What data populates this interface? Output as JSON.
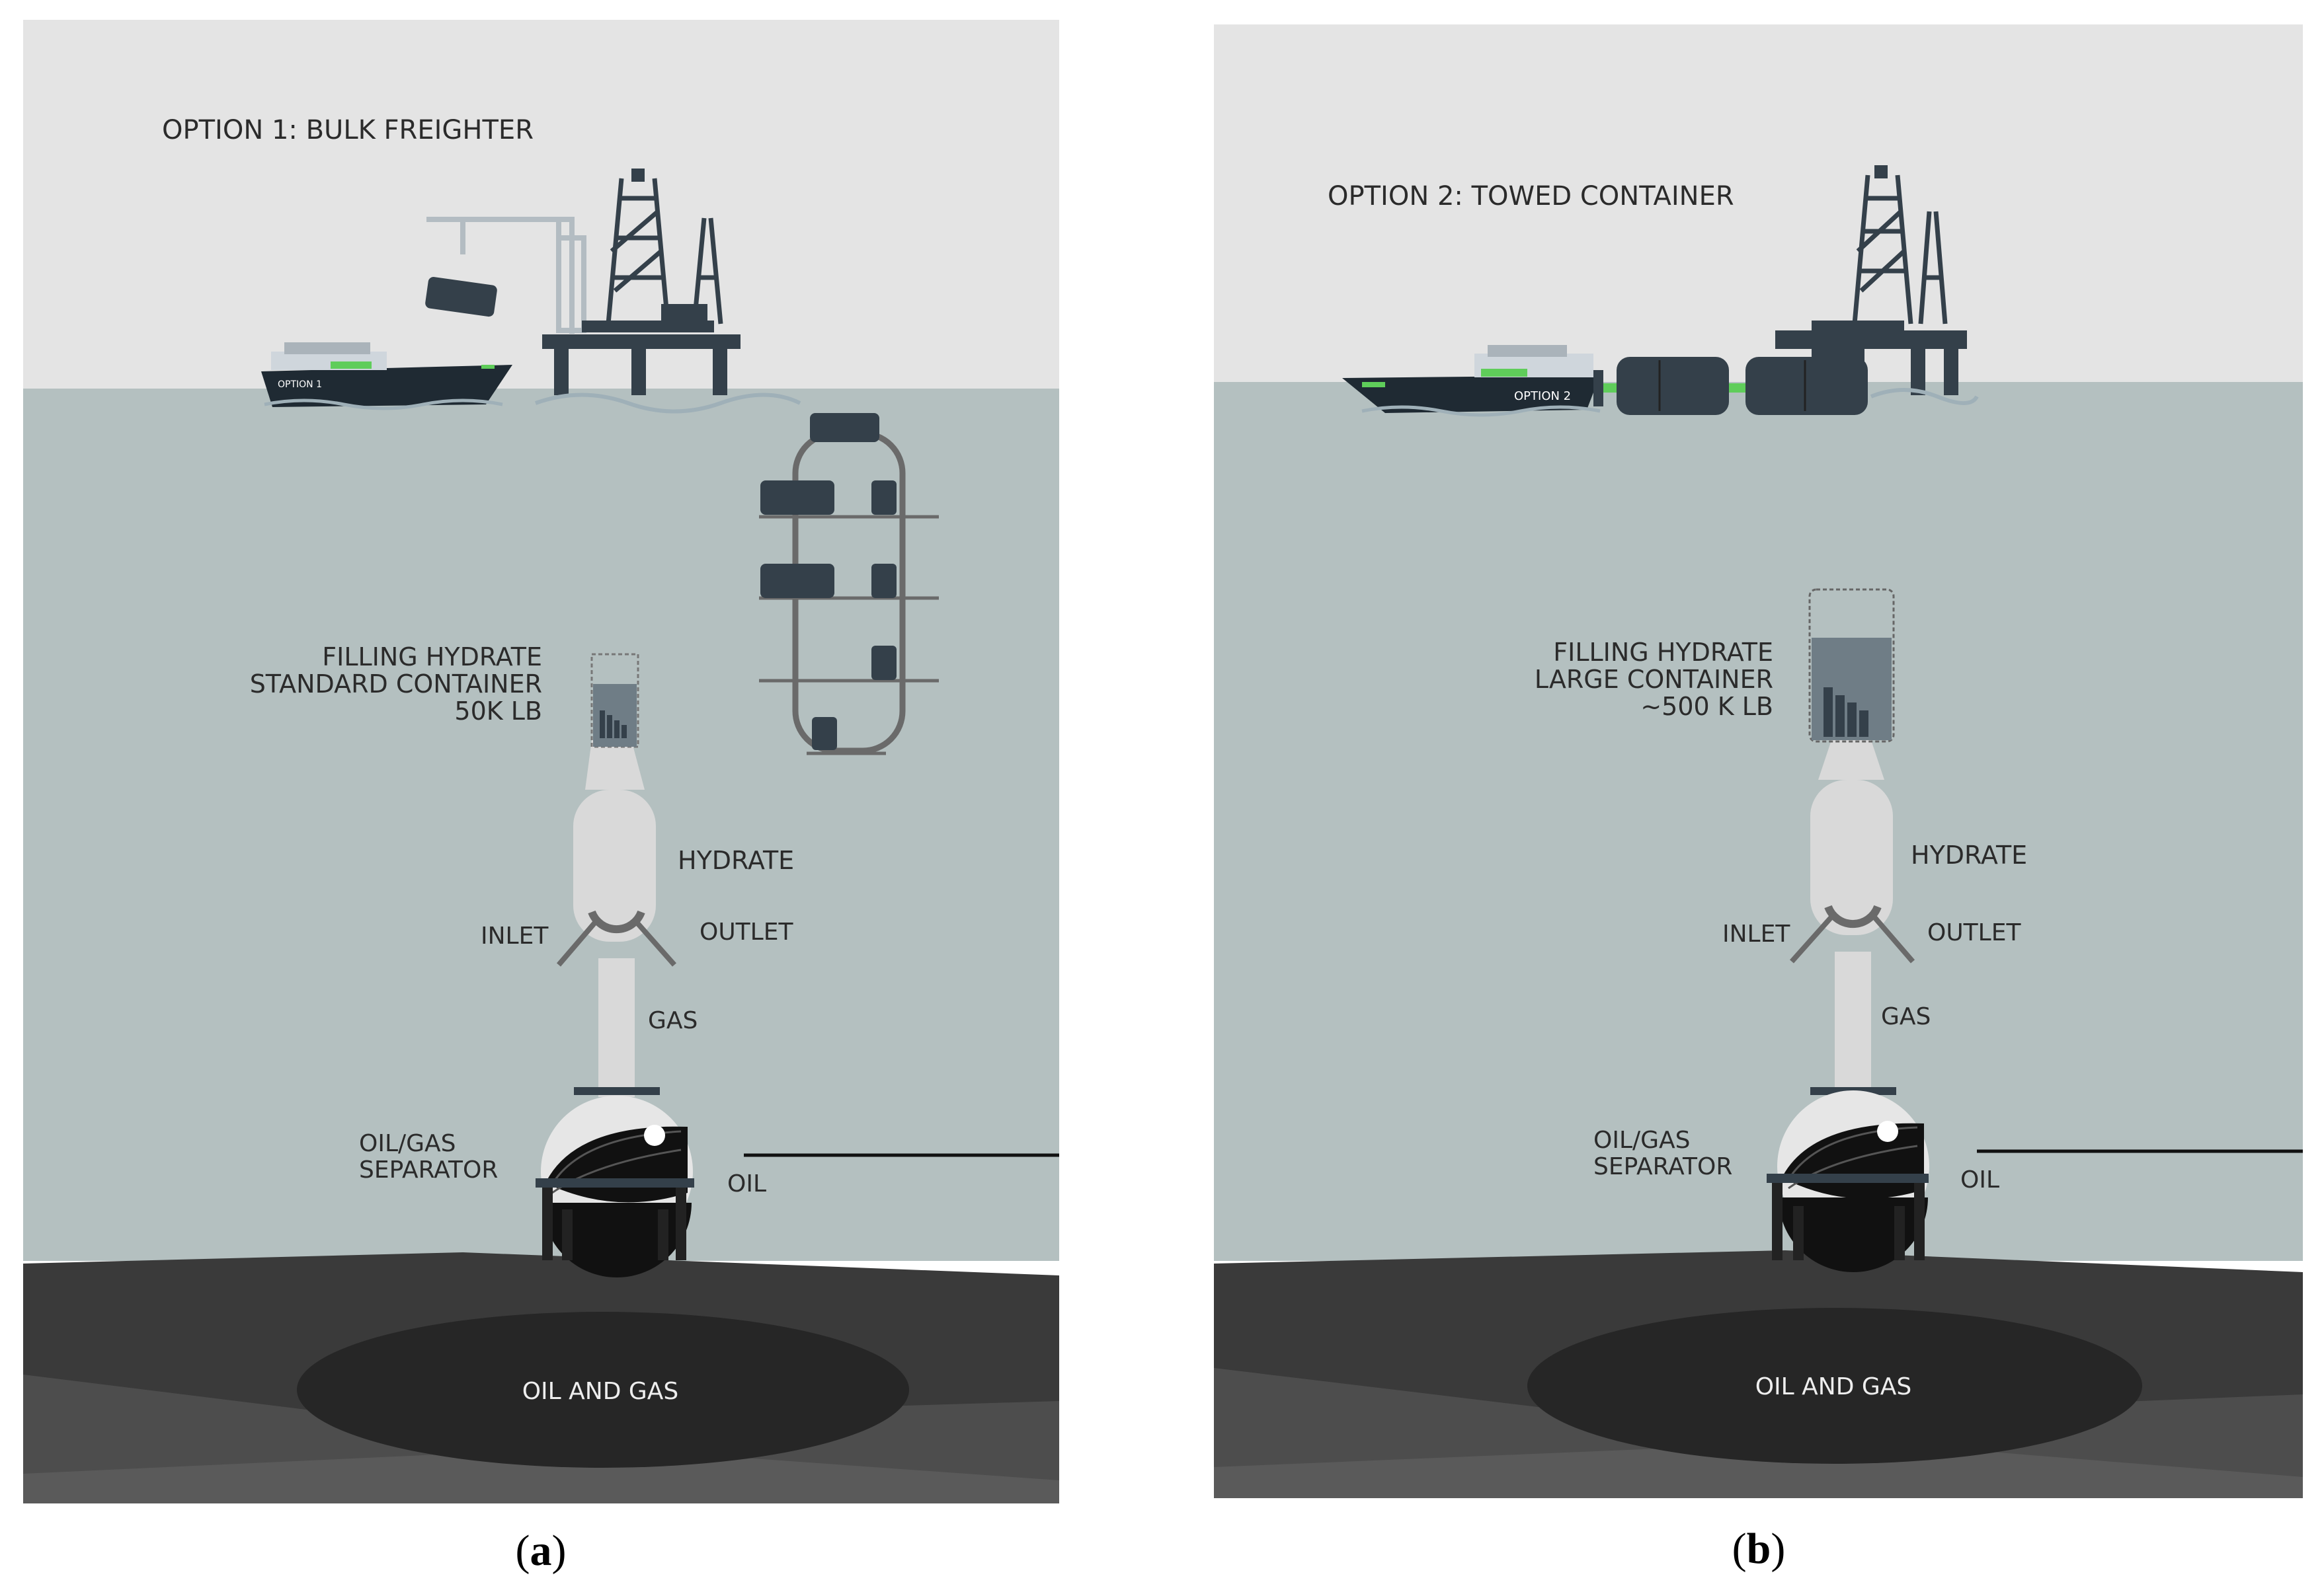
{
  "colors": {
    "sky": "#e4e4e4",
    "sea": "#b4c0c0",
    "seabed_dark": "#3a3a3a",
    "seabed_mid": "#4d4d4d",
    "reservoir": "#262626",
    "structure": "#34404a",
    "accent_green": "#5fcd5a",
    "pipe_light": "#d9d9d9",
    "pipe_grey": "#6a6a6a"
  },
  "panel_a": {
    "title": "OPTION 1: BULK FREIGHTER",
    "ship_label": "OPTION 1",
    "container_label_line1": "FILLING HYDRATE",
    "container_label_line2": "STANDARD CONTAINER",
    "container_label_line3": "50K LB",
    "hydrate": "HYDRATE",
    "inlet": "INLET",
    "outlet": "OUTLET",
    "gas": "GAS",
    "separator_line1": "OIL/GAS",
    "separator_line2": "SEPARATOR",
    "oil": "OIL",
    "reservoir": "OIL AND GAS",
    "caption_letter": "a"
  },
  "panel_b": {
    "title": "OPTION 2: TOWED CONTAINER",
    "ship_label": "OPTION 2",
    "container_label_line1": "FILLING HYDRATE",
    "container_label_line2": "LARGE CONTAINER",
    "container_label_line3": "~500 K LB",
    "hydrate": "HYDRATE",
    "inlet": "INLET",
    "outlet": "OUTLET",
    "gas": "GAS",
    "separator_line1": "OIL/GAS",
    "separator_line2": "SEPARATOR",
    "oil": "OIL",
    "reservoir": "OIL AND GAS",
    "caption_letter": "b"
  }
}
